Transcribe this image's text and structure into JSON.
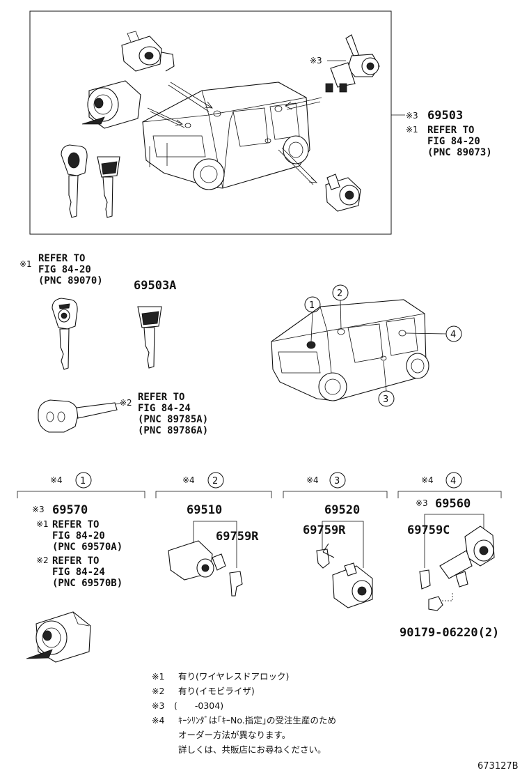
{
  "top_callout": {
    "mark3": "※3",
    "pn": "69503",
    "mark1": "※1",
    "ref_l1": "REFER TO",
    "ref_l2": "FIG 84-20",
    "ref_l3": "(PNC 89073)"
  },
  "key_ref1": {
    "mark": "※1",
    "l1": "REFER TO",
    "l2": "FIG 84-20",
    "l3": "(PNC 89070)"
  },
  "key_pn": "69503A",
  "transponder_ref": {
    "mark": "※2",
    "l1": "REFER TO",
    "l2": "FIG 84-24",
    "l3": "(PNC 89785A)",
    "l4": "(PNC 89786A)"
  },
  "car_callouts": [
    "1",
    "2",
    "3",
    "4"
  ],
  "groups": [
    {
      "mark": "※4",
      "num": "1",
      "pn_mark": "※3",
      "pn": "69570",
      "r1_mark": "※1",
      "r1_l1": "REFER TO",
      "r1_l2": "FIG 84-20",
      "r1_l3": "(PNC 69570A)",
      "r2_mark": "※2",
      "r2_l1": "REFER TO",
      "r2_l2": "FIG 84-24",
      "r2_l3": "(PNC 69570B)"
    },
    {
      "mark": "※4",
      "num": "2",
      "pn": "69510",
      "sub": "69759R"
    },
    {
      "mark": "※4",
      "num": "3",
      "pn": "69520",
      "sub": "69759R"
    },
    {
      "mark": "※4",
      "num": "4",
      "pn_mark": "※3",
      "pn": "69560",
      "sub": "69759C",
      "bolt": "90179-06220(2)"
    }
  ],
  "notes": [
    {
      "mark": "※1",
      "text": "有り(ワイヤレスドアロック)"
    },
    {
      "mark": "※2",
      "text": "有り(イモビライザ)"
    },
    {
      "mark": "※3",
      "text": "(　　-0304)"
    },
    {
      "mark": "※4",
      "text": "ｷｰｼﾘﾝﾀﾞは｢ｷｰNo.指定｣の受注生産のため"
    },
    {
      "mark": "",
      "text": "オーダー方法が異なります。"
    },
    {
      "mark": "",
      "text": "詳しくは、共販店にお尋ねください。"
    }
  ],
  "figure_id": "673127B"
}
